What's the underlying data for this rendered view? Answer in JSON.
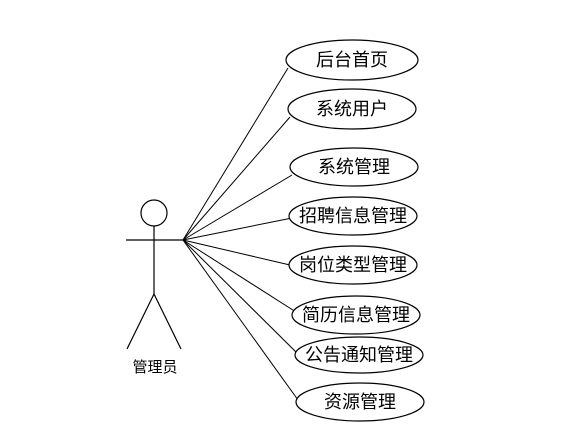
{
  "actor": {
    "label": "管理员"
  },
  "use_cases": [
    {
      "id": "uc-1",
      "label": "后台首页"
    },
    {
      "id": "uc-2",
      "label": "系统用户"
    },
    {
      "id": "uc-3",
      "label": "系统管理"
    },
    {
      "id": "uc-4",
      "label": "招聘信息管理"
    },
    {
      "id": "uc-5",
      "label": "岗位类型管理"
    },
    {
      "id": "uc-6",
      "label": "简历信息管理"
    },
    {
      "id": "uc-7",
      "label": "公告通知管理"
    },
    {
      "id": "uc-8",
      "label": "资源管理"
    }
  ],
  "colors": {
    "stroke": "#000000",
    "fill": "#ffffff"
  }
}
